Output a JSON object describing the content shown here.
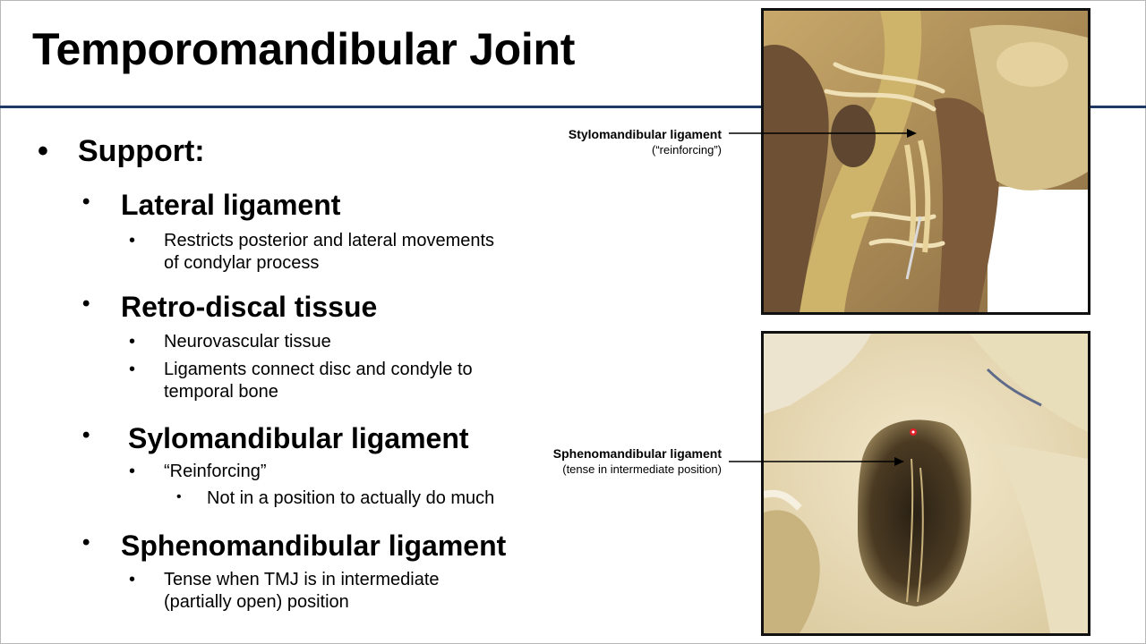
{
  "slide": {
    "title": "Temporomandibular Joint"
  },
  "bullets": {
    "support": "Support:",
    "lateral": {
      "heading": "Lateral ligament",
      "line1": "Restricts posterior and lateral movements",
      "line2": "of condylar process"
    },
    "retro": {
      "heading": "Retro-discal tissue",
      "point1": "Neurovascular tissue",
      "point2_line1": "Ligaments connect disc and condyle to",
      "point2_line2": "temporal bone"
    },
    "stylo": {
      "heading": "Sylomandibular ligament",
      "point1": "“Reinforcing”",
      "subpoint": "Not in a position to actually do much"
    },
    "spheno": {
      "heading": "Sphenomandibular ligament",
      "line1": "Tense when TMJ is in intermediate",
      "line2": "(partially open) position"
    }
  },
  "callouts": {
    "top": {
      "name": "Stylomandibular ligament",
      "note": "(“reinforcing”)"
    },
    "bottom": {
      "name": "Sphenomandibular ligament",
      "note": "(tense in intermediate position)"
    }
  },
  "colors": {
    "rule": "#1f3864",
    "photo_border": "#111111",
    "laser_pointer": "#e0202a"
  }
}
